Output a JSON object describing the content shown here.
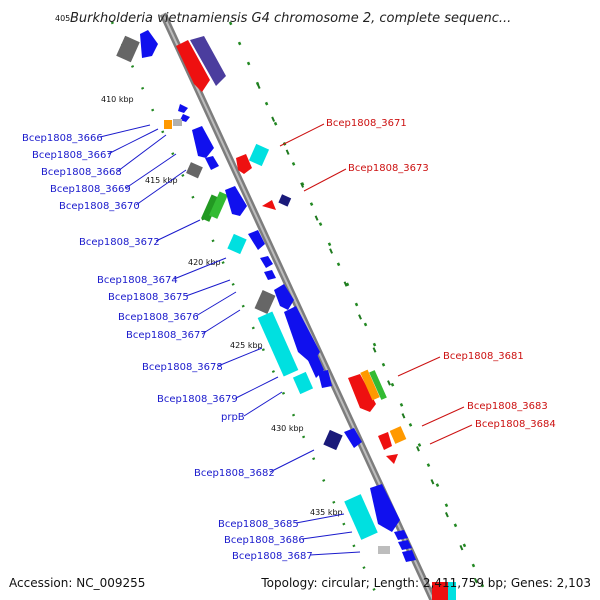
{
  "header": {
    "title": "Burkholderia vietnamiensis G4 chromosome 2, complete sequenc...",
    "clipped_tick": "405"
  },
  "footer": {
    "accession": "Accession: NC_009255",
    "summary": "Topology: circular; Length: 2,411,759 bp; Genes: 2,103"
  },
  "ticks": [
    "410 kbp",
    "415 kbp",
    "420 kbp",
    "425 kbp",
    "430 kbp",
    "435 kbp"
  ],
  "left_labels": [
    "Bcep1808_3666",
    "Bcep1808_3667",
    "Bcep1808_3668",
    "Bcep1808_3669",
    "Bcep1808_3670",
    "Bcep1808_3672",
    "Bcep1808_3674",
    "Bcep1808_3675",
    "Bcep1808_3676",
    "Bcep1808_3677",
    "Bcep1808_3678",
    "Bcep1808_3679",
    "prpB",
    "Bcep1808_3682",
    "Bcep1808_3685",
    "Bcep1808_3686",
    "Bcep1808_3687"
  ],
  "right_labels": [
    "Bcep1808_3671",
    "Bcep1808_3673",
    "Bcep1808_3681",
    "Bcep1808_3683",
    "Bcep1808_3684"
  ],
  "colors": {
    "forward_strand": "#1010ee",
    "reverse_strand": "#ee1010",
    "backbone": "#808080",
    "accent_cyan": "#00e0e0",
    "accent_green": "#22aa22",
    "accent_orange": "#ff9900",
    "grey_feature": "#666666",
    "navy_feature": "#1a1a7a",
    "purple_feature": "#4b3d9e",
    "gc_dots": "#228822",
    "left_label_color": "#1a1acc",
    "right_label_color": "#cc1111"
  }
}
